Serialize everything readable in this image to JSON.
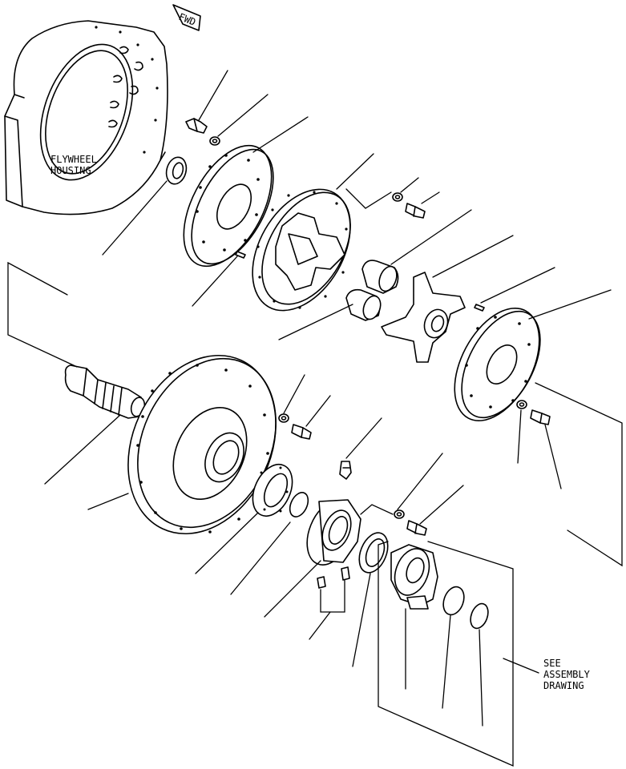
{
  "labels": {
    "fwd": "FWD",
    "flywheel_housing_line1": "FLYWHEEL",
    "flywheel_housing_line2": "HOUSING",
    "see_assembly_line1": "SEE",
    "see_assembly_line2": "ASSEMBLY",
    "see_assembly_line3": "DRAWING"
  }
}
